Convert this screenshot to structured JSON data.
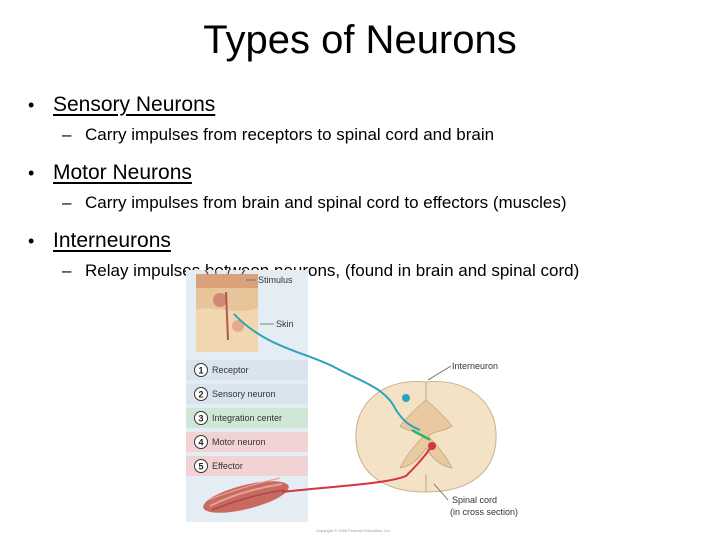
{
  "title": "Types of Neurons",
  "bullets": [
    {
      "label": "Sensory Neurons",
      "sub": "Carry impulses from receptors to spinal cord and brain"
    },
    {
      "label": "Motor Neurons",
      "sub": "Carry impulses from brain and spinal cord to effectors (muscles)"
    },
    {
      "label": "Interneurons",
      "sub": "Relay impulses between neurons, (found in brain and spinal cord)"
    }
  ],
  "figure": {
    "stimulus": "Stimulus",
    "skin": "Skin",
    "interneuron": "Interneuron",
    "spinal_cord": "Spinal cord",
    "cross_section": "(in cross section)",
    "copyright": "Copyright © 2008 Pearson Education, Inc.",
    "steps": [
      {
        "num": "1",
        "label": "Receptor",
        "color": "#d9e4ee"
      },
      {
        "num": "2",
        "label": "Sensory neuron",
        "color": "#d9e4ee"
      },
      {
        "num": "3",
        "label": "Integration center",
        "color": "#cfe7d6"
      },
      {
        "num": "4",
        "label": "Motor neuron",
        "color": "#f2d3d4"
      },
      {
        "num": "5",
        "label": "Effector",
        "color": "#f2d3d4"
      }
    ]
  }
}
